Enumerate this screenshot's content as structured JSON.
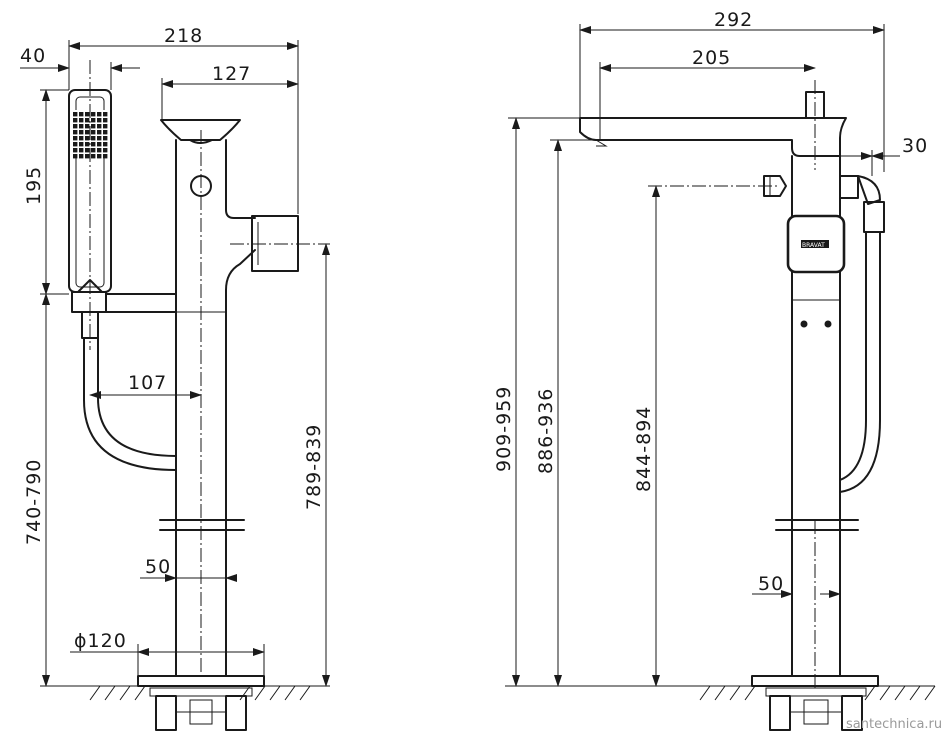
{
  "drawing": {
    "left_view": {
      "dims": {
        "w40": "40",
        "w218": "218",
        "w127": "127",
        "h195": "195",
        "w107": "107",
        "h740_790": "740-790",
        "h789_839": "789-839",
        "w50": "50",
        "d120": "ϕ120"
      }
    },
    "right_view": {
      "dims": {
        "w292": "292",
        "w205": "205",
        "w30": "30",
        "h909_959": "909-959",
        "h886_936": "886-936",
        "h844_894": "844-894",
        "w50": "50"
      },
      "brand_mark": "BRAVAT"
    }
  },
  "watermark": "santechnica.ru",
  "colors": {
    "line": "#1a1a1a",
    "background": "#ffffff",
    "watermark": "#9a9a9a"
  }
}
